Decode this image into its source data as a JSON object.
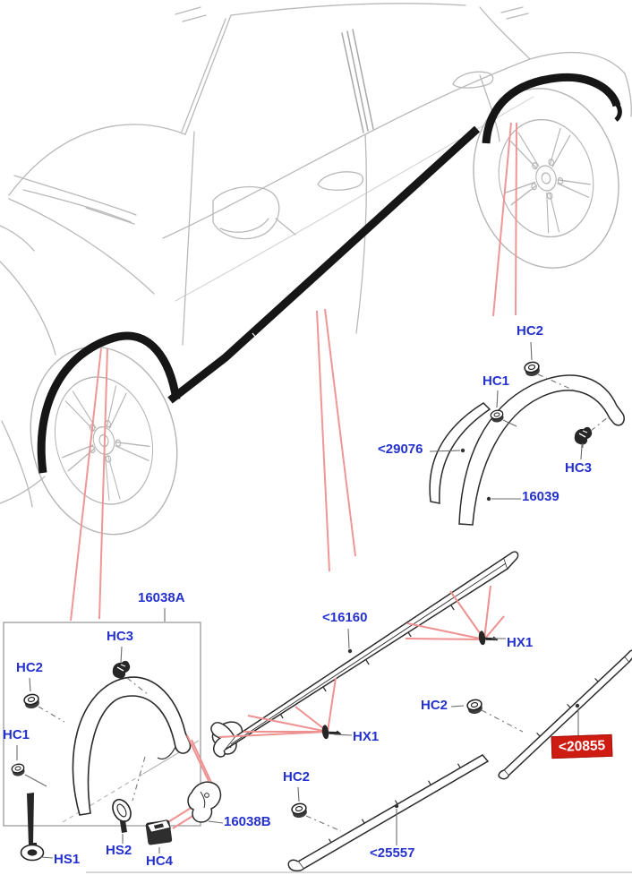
{
  "image_type": "vehicle-body-side-mouldings-parts-diagram",
  "colors": {
    "label-blue": "#2431cd",
    "hl-red": "#cf1c12",
    "hl-text": "#ffffff",
    "line-red": "#ef9191",
    "trim-black": "#161616",
    "sketch": "#b9b9b9",
    "leader": "#6b6b6b"
  },
  "callouts": {
    "hc2_rear": {
      "text": "HC2"
    },
    "hc1_rear": {
      "text": "HC1"
    },
    "p29076": {
      "text": "<29076"
    },
    "hc3_rear": {
      "text": "HC3"
    },
    "p16039": {
      "text": "16039"
    },
    "p16038a": {
      "text": "16038A"
    },
    "p16160": {
      "text": "<16160"
    },
    "hc3_box": {
      "text": "HC3"
    },
    "hx1_right": {
      "text": "HX1"
    },
    "hc2_box": {
      "text": "HC2"
    },
    "hc2_right": {
      "text": "HC2"
    },
    "hc1_box": {
      "text": "HC1"
    },
    "hx1_mid": {
      "text": "HX1"
    },
    "p20855": {
      "text": "<20855",
      "highlighted": true
    },
    "hc2_bottom": {
      "text": "HC2"
    },
    "p16038b": {
      "text": "16038B"
    },
    "p25557": {
      "text": "<25557"
    },
    "hs1": {
      "text": "HS1"
    },
    "hs2": {
      "text": "HS2"
    },
    "hc4": {
      "text": "HC4"
    }
  }
}
